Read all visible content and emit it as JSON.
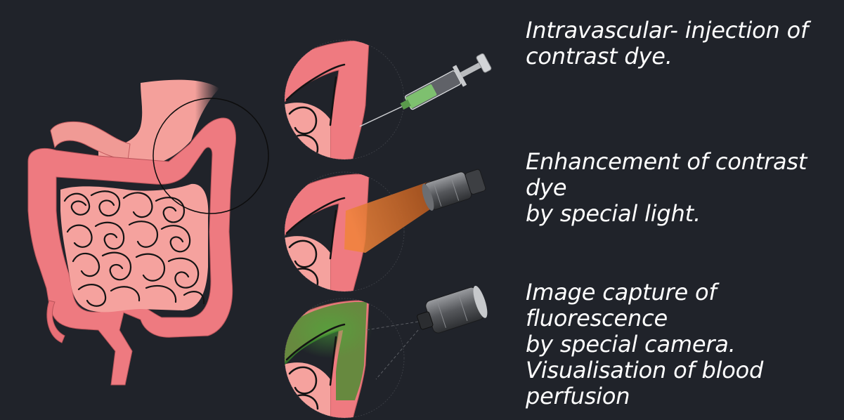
{
  "steps": [
    {
      "text": "Intravascular- injection of\ncontrast dye."
    },
    {
      "text": "Enhancement of contrast dye\nby special light."
    },
    {
      "text": "Image capture of fluorescence\nby special camera.\nVisualisation of blood\nperfusion"
    }
  ],
  "colors": {
    "background": "#20232a",
    "tissue": "#ef7a80",
    "tissue_light": "#f5a29e",
    "outline": "#141414",
    "dye": "#7ec06f",
    "light_beam": "#d86a2a",
    "fluorescence": "#3a8f2a",
    "device": "#6c6e72"
  },
  "icons": [
    "intestine-illustration",
    "syringe-icon",
    "light-source-icon",
    "camera-icon"
  ]
}
